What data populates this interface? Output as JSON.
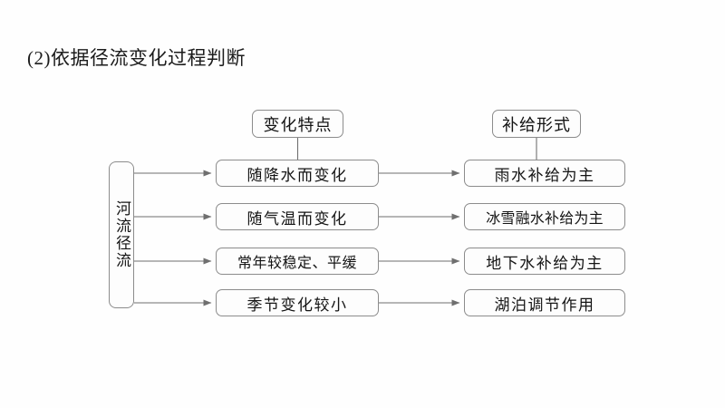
{
  "title": "(2)依据径流变化过程判断",
  "diagram": {
    "type": "flowchart",
    "root": {
      "label": "河流径流"
    },
    "headers": [
      {
        "id": "change-characteristics",
        "label": "变化特点"
      },
      {
        "id": "supply-form",
        "label": "补给形式"
      }
    ],
    "rows": [
      {
        "characteristic": "随降水而变化",
        "supply": "雨水补给为主"
      },
      {
        "characteristic": "随气温而变化",
        "supply": "冰雪融水补给为主"
      },
      {
        "characteristic": "常年较稳定、平缓",
        "supply": "地下水补给为主"
      },
      {
        "characteristic": "季节变化较小",
        "supply": "湖泊调节作用"
      }
    ]
  },
  "colors": {
    "page_background": "#fefefe",
    "box_border": "#8c8c8c",
    "box_fill": "#fdfdfd",
    "connector": "#6f6f6f",
    "text": "#141414"
  }
}
